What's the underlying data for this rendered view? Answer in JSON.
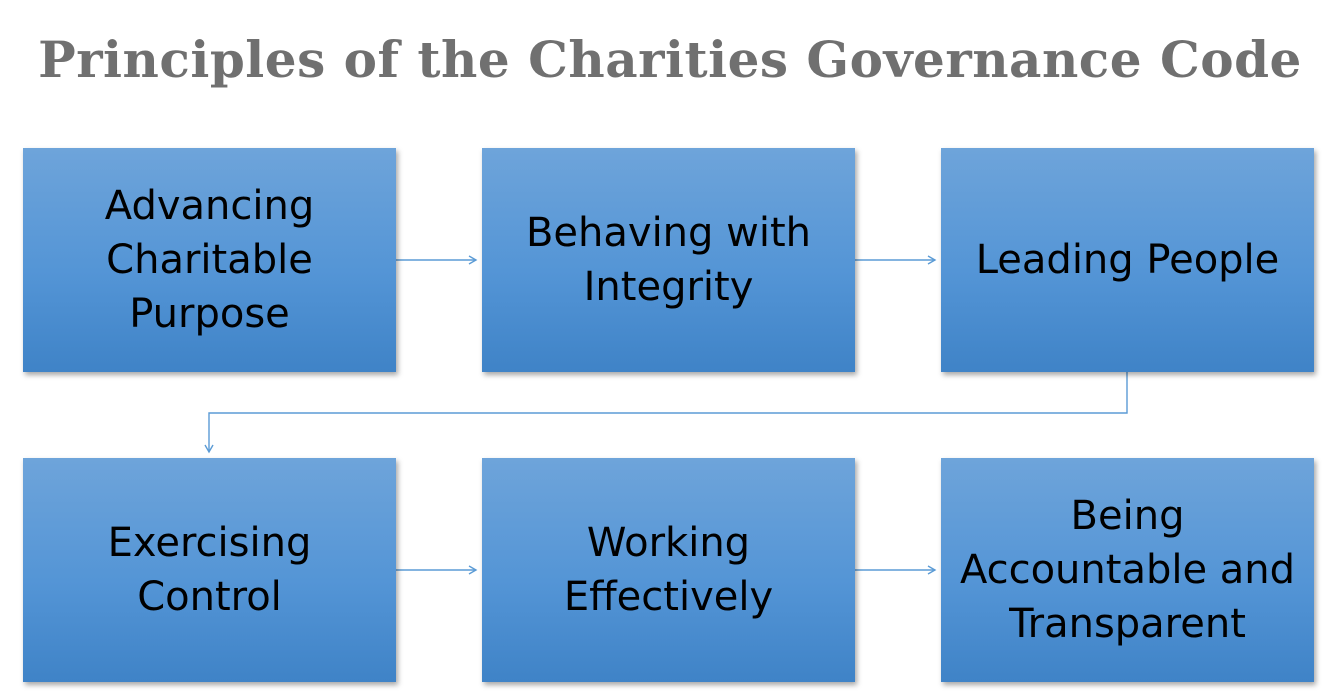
{
  "title": "Principles of the Charities Governance Code",
  "colors": {
    "node_fill_top": "#6ea4da",
    "node_fill_bottom": "#3f83c7",
    "connector": "#5b9bd5",
    "title_text": "#707070"
  },
  "nodes": [
    {
      "id": "advancing",
      "label": "Advancing Charitable Purpose"
    },
    {
      "id": "integrity",
      "label": "Behaving with Integrity"
    },
    {
      "id": "leading",
      "label": "Leading People"
    },
    {
      "id": "control",
      "label": "Exercising Control"
    },
    {
      "id": "working",
      "label": "Working Effectively"
    },
    {
      "id": "accountable",
      "label": "Being Accountable and Transparent"
    }
  ],
  "edges": [
    {
      "from": "advancing",
      "to": "integrity"
    },
    {
      "from": "integrity",
      "to": "leading"
    },
    {
      "from": "leading",
      "to": "control"
    },
    {
      "from": "control",
      "to": "working"
    },
    {
      "from": "working",
      "to": "accountable"
    }
  ]
}
